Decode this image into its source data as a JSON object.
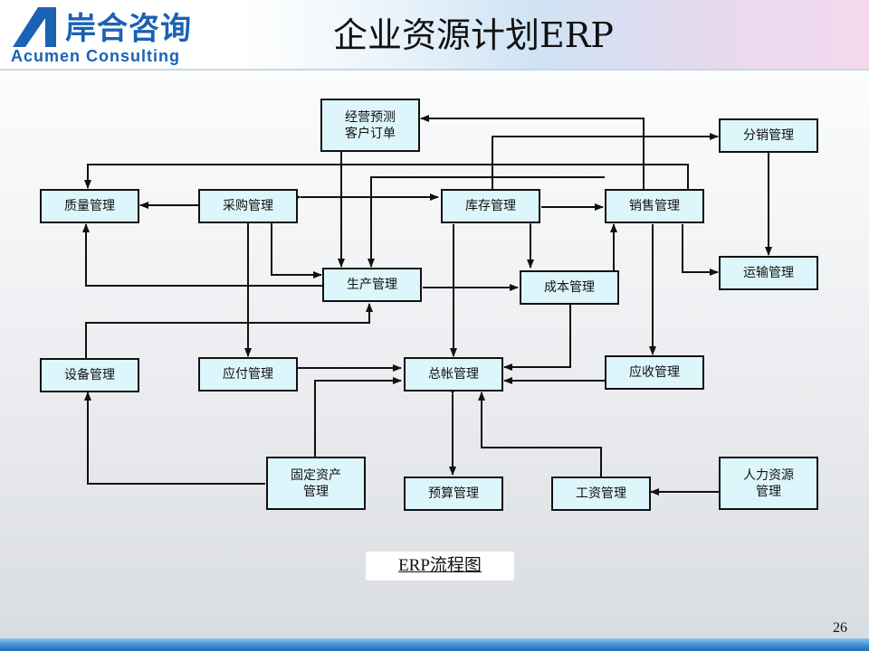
{
  "header": {
    "brand_cn": "岸合咨询",
    "brand_en": "Acumen Consulting",
    "title": "企业资源计划ERP",
    "brand_color": "#1a62b3"
  },
  "nodes": {
    "forecast": [
      "经营预测",
      "客户订单"
    ],
    "distribution": "分销管理",
    "quality": "质量管理",
    "purchasing": "采购管理",
    "inventory": "库存管理",
    "sales": "销售管理",
    "production": "生产管理",
    "cost": "成本管理",
    "transport": "运输管理",
    "equipment": "设备管理",
    "payable": "应付管理",
    "ledger": "总帐管理",
    "receivable": "应收管理",
    "fixed_assets": [
      "固定资产",
      "管理"
    ],
    "budget": "预算管理",
    "payroll": "工资管理",
    "hr": [
      "人力资源",
      "管理"
    ]
  },
  "caption": "ERP流程图",
  "page_number": "26",
  "colors": {
    "node_fill": "#ddf6fb",
    "line": "#111111",
    "footer": "#2f7fc6"
  }
}
